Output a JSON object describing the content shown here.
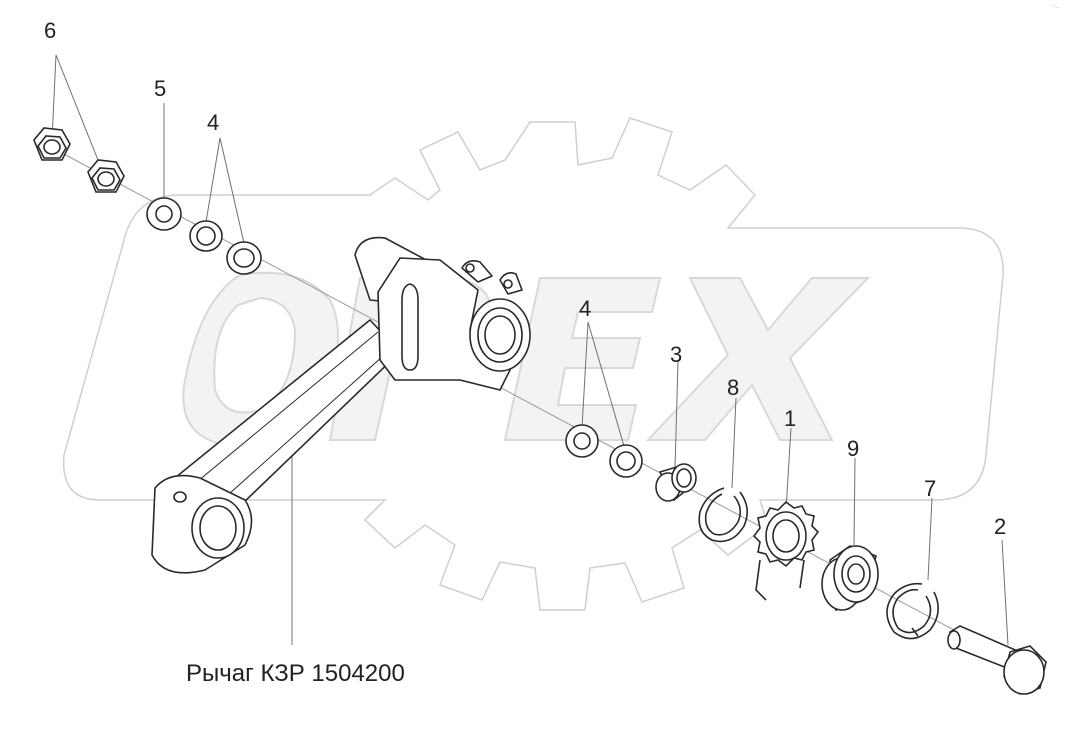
{
  "diagram": {
    "caption": "Рычаг КЗР 1504200",
    "corner_mark": "⁻··",
    "watermark_text": "OPEX",
    "callouts": {
      "c1": "1",
      "c2": "2",
      "c3": "3",
      "c4a": "4",
      "c4b": "4",
      "c5": "5",
      "c6": "6",
      "c7": "7",
      "c8": "8",
      "c9": "9"
    },
    "colors": {
      "line": "#2a2a2a",
      "leader": "#6a6a6a",
      "watermark": "#e6e6e6",
      "watermark_edge": "#d0d0d0"
    }
  }
}
